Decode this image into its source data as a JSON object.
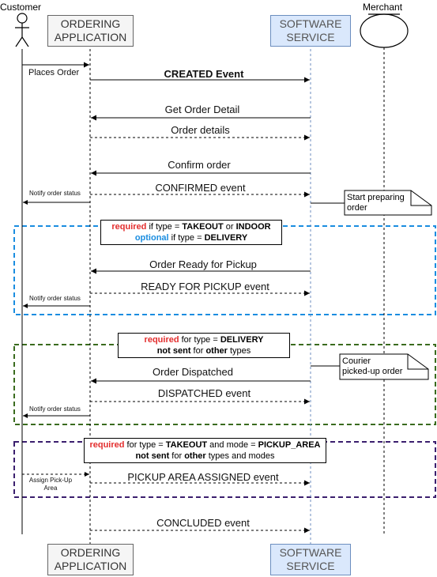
{
  "participants": {
    "customer": "Customer",
    "merchant": "Merchant",
    "ordering_app": [
      "ORDERING",
      "APPLICATION"
    ],
    "software_service": [
      "SOFTWARE",
      "SERVICE"
    ]
  },
  "messages": {
    "places_order": "Places Order",
    "created_event": "CREATED Event",
    "get_order_detail": "Get Order Detail",
    "order_details": "Order details",
    "confirm_order": "Confirm order",
    "confirmed_event": "CONFIRMED event",
    "notify_1": "Notify order status",
    "order_ready": "Order Ready for Pickup",
    "ready_event": "READY FOR PICKUP event",
    "notify_2": "Notify order status",
    "order_dispatched": "Order Dispatched",
    "dispatched_event": "DISPATCHED event",
    "notify_3": "Notify order status",
    "assign_pickup": [
      "Assign Pick-Up",
      "Area"
    ],
    "pickup_assigned_event": "PICKUP AREA ASSIGNED event",
    "concluded_event": "CONCLUDED event"
  },
  "notes": {
    "start_preparing": [
      "Start preparing",
      "order"
    ],
    "courier": [
      "Courier",
      "picked-up order"
    ]
  },
  "conditions": {
    "takeout_indoor": {
      "r1_a": "required",
      "r1_b": " if type = ",
      "r1_c": "TAKEOUT",
      "r1_d": " or ",
      "r1_e": "INDOOR",
      "r2_a": "optional",
      "r2_b": " if type = ",
      "r2_c": "DELIVERY"
    },
    "delivery": {
      "r1_a": "required",
      "r1_b": " for type = ",
      "r1_c": "DELIVERY",
      "r2_a": "not sent",
      "r2_b": " for ",
      "r2_c": "other",
      "r2_d": " types"
    },
    "pickup_area": {
      "r1_a": "required",
      "r1_b": " for type = ",
      "r1_c": "TAKEOUT",
      "r1_d": " and mode = ",
      "r1_e": "PICKUP_AREA",
      "r2_a": "not sent",
      "r2_b": " for ",
      "r2_c": "other",
      "r2_d": " types and modes"
    }
  },
  "colors": {
    "group_blue": "#1a8de0",
    "group_green": "#3a6b1e",
    "group_purple": "#3b1f6e",
    "required": "#e32d2d",
    "optional": "#1a8de0"
  }
}
